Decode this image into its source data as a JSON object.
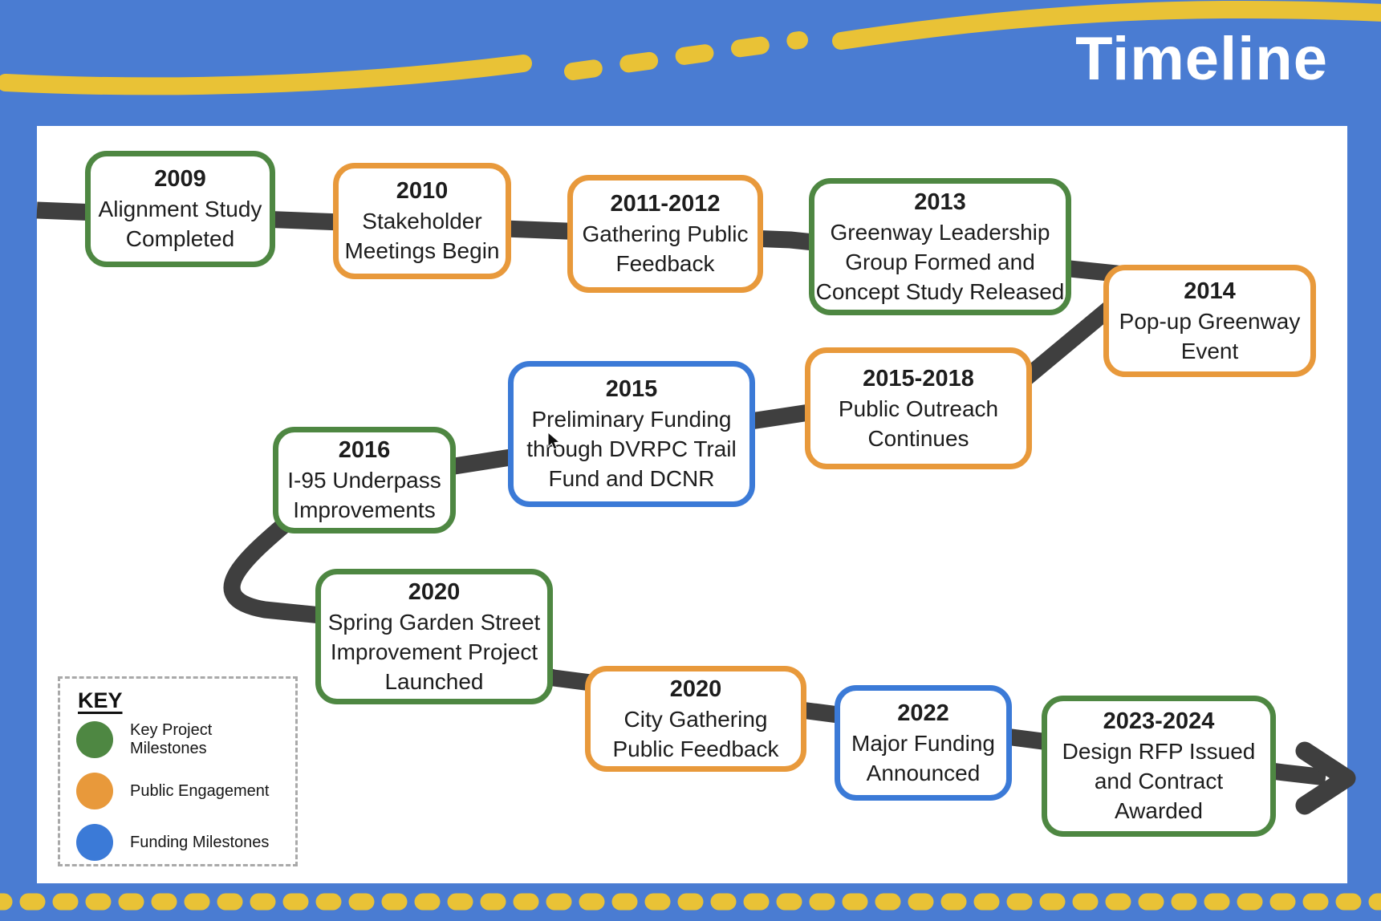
{
  "title": "Timeline",
  "colors": {
    "bg": "#4a7cd2",
    "panel": "#ffffff",
    "yellow": "#e9c236",
    "line": "#3f3f3f",
    "green": "#4e8742",
    "orange": "#e8993b",
    "blue": "#3b7ad7",
    "text": "#1d1d1d",
    "keyborder": "#a9a9a9"
  },
  "timeline": {
    "milestones": [
      {
        "year": "2009",
        "label": "Alignment Study\nCompleted",
        "type": "milestone"
      },
      {
        "year": "2010",
        "label": "Stakeholder\nMeetings Begin",
        "type": "engagement"
      },
      {
        "year": "2011-2012",
        "label": "Gathering Public\nFeedback",
        "type": "engagement"
      },
      {
        "year": "2013",
        "label": "Greenway Leadership\nGroup Formed and\nConcept Study Released",
        "type": "milestone"
      },
      {
        "year": "2014",
        "label": "Pop-up Greenway\nEvent",
        "type": "engagement"
      },
      {
        "year": "2015",
        "label": "Preliminary Funding\nthrough DVRPC Trail\nFund and DCNR",
        "type": "funding"
      },
      {
        "year": "2015-2018",
        "label": "Public Outreach\nContinues",
        "type": "engagement"
      },
      {
        "year": "2016",
        "label": "I-95 Underpass\nImprovements",
        "type": "milestone"
      },
      {
        "year": "2020",
        "label": "Spring Garden Street\nImprovement Project\nLaunched",
        "type": "milestone"
      },
      {
        "year": "2020",
        "label": "City Gathering\nPublic Feedback",
        "type": "engagement"
      },
      {
        "year": "2022",
        "label": "Major Funding\nAnnounced",
        "type": "funding"
      },
      {
        "year": "2023-2024",
        "label": "Design RFP Issued\nand Contract\nAwarded",
        "type": "milestone"
      }
    ]
  },
  "key": {
    "heading": "KEY",
    "items": [
      {
        "label": "Key Project Milestones",
        "type": "milestone"
      },
      {
        "label": "Public Engagement",
        "type": "engagement"
      },
      {
        "label": "Funding Milestones",
        "type": "funding"
      }
    ]
  }
}
